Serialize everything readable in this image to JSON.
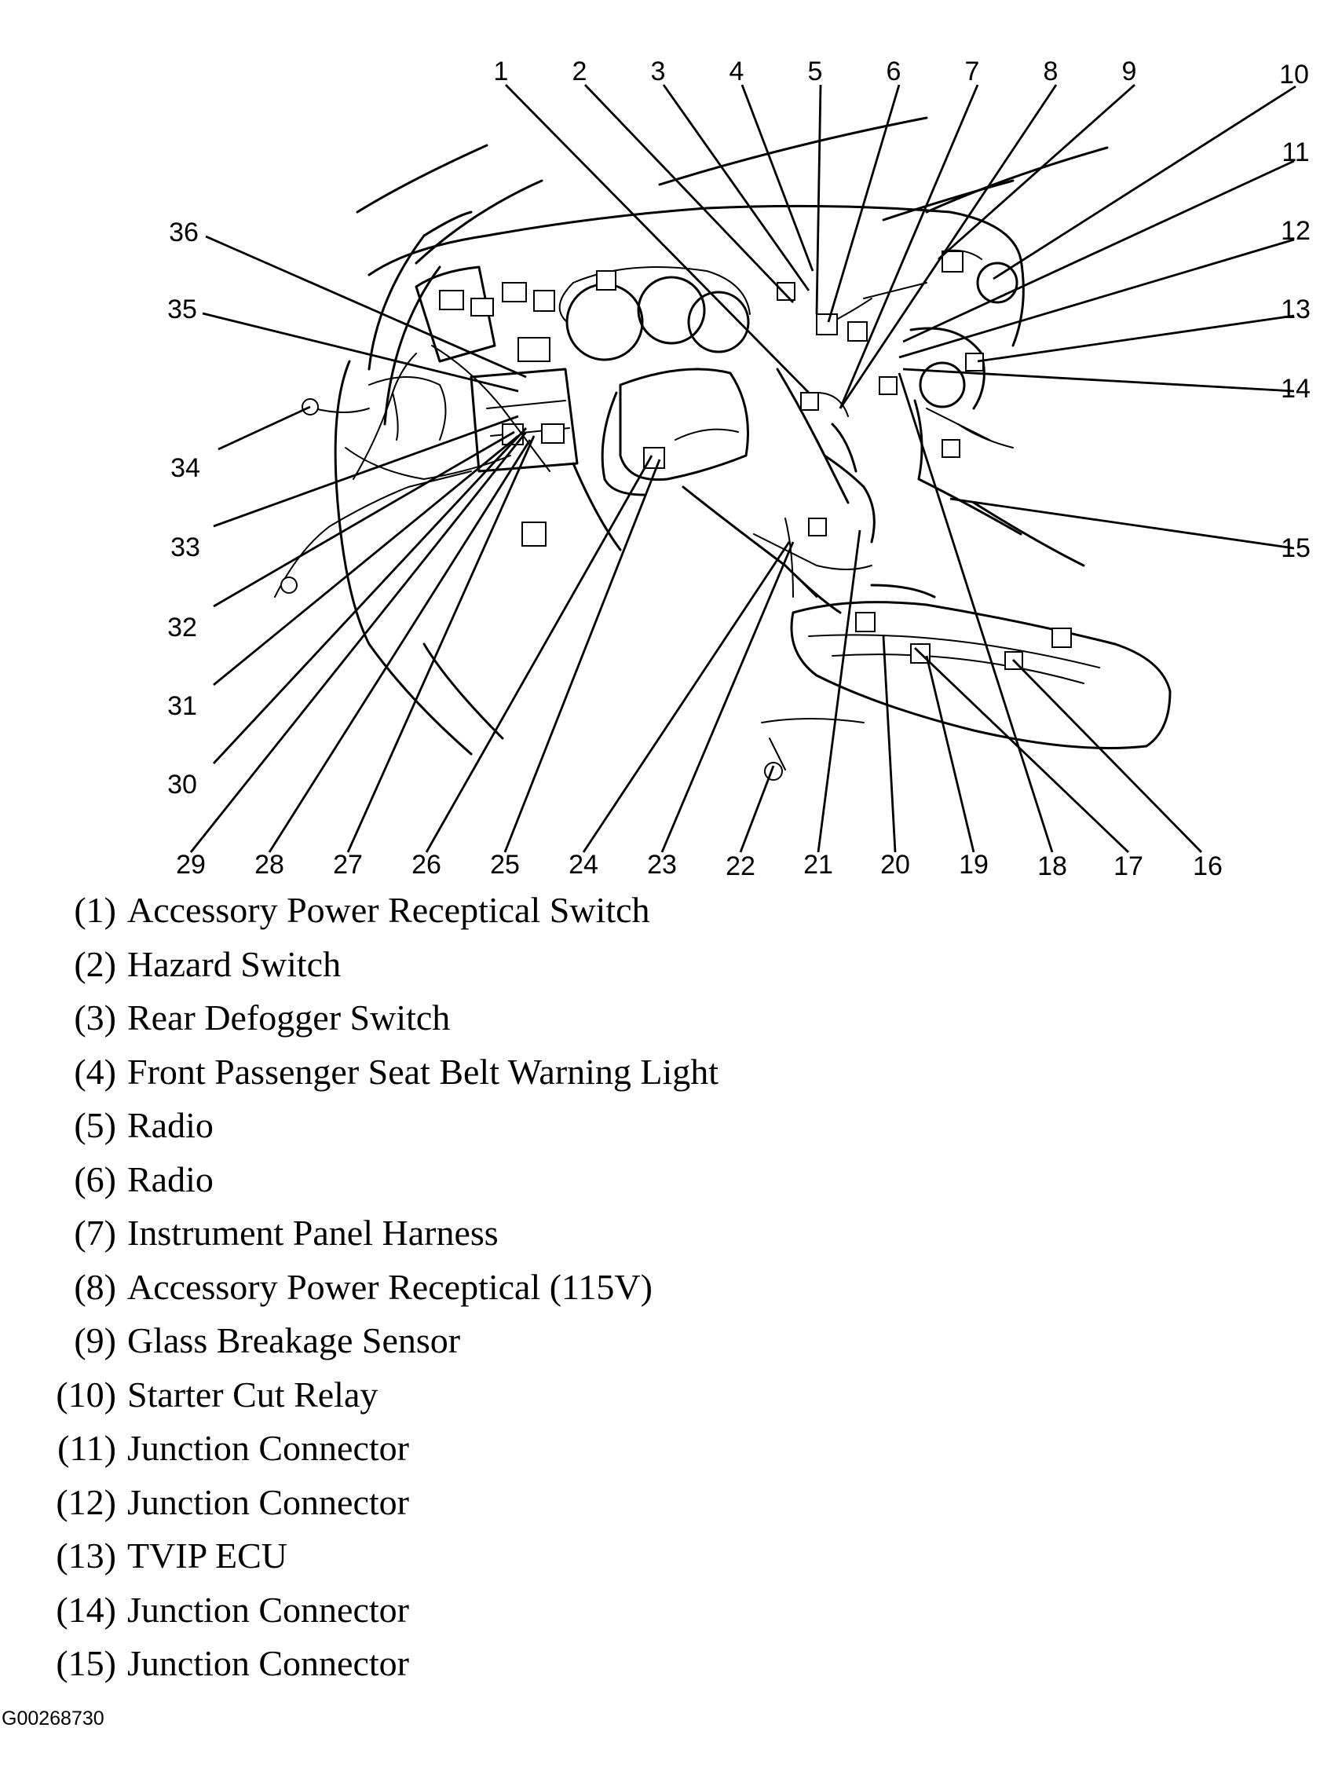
{
  "callouts": [
    "1",
    "2",
    "3",
    "4",
    "5",
    "6",
    "7",
    "8",
    "9",
    "10",
    "11",
    "12",
    "13",
    "14",
    "15",
    "16",
    "17",
    "18",
    "19",
    "20",
    "21",
    "22",
    "23",
    "24",
    "25",
    "26",
    "27",
    "28",
    "29",
    "30",
    "31",
    "32",
    "33",
    "34",
    "35",
    "36"
  ],
  "legend": [
    {
      "num": "(1)",
      "text": "Accessory Power Receptical Switch"
    },
    {
      "num": "(2)",
      "text": "Hazard Switch"
    },
    {
      "num": "(3)",
      "text": "Rear Defogger Switch"
    },
    {
      "num": "(4)",
      "text": "Front Passenger Seat Belt Warning Light"
    },
    {
      "num": "(5)",
      "text": "Radio"
    },
    {
      "num": "(6)",
      "text": "Radio"
    },
    {
      "num": "(7)",
      "text": "Instrument Panel Harness"
    },
    {
      "num": "(8)",
      "text": "Accessory Power Receptical (115V)"
    },
    {
      "num": "(9)",
      "text": "Glass Breakage Sensor"
    },
    {
      "num": "(10)",
      "text": "Starter Cut Relay"
    },
    {
      "num": "(11)",
      "text": "Junction Connector"
    },
    {
      "num": "(12)",
      "text": "Junction Connector"
    },
    {
      "num": "(13)",
      "text": "TVIP ECU"
    },
    {
      "num": "(14)",
      "text": "Junction Connector"
    },
    {
      "num": "(15)",
      "text": "Junction Connector"
    }
  ],
  "figure_id": "G00268730"
}
